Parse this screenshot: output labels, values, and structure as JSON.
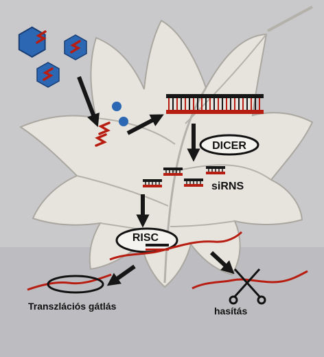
{
  "labels": {
    "dicer": "DICER",
    "sirns": "siRNS",
    "risc": "RISC",
    "translation_block": "Transzlációs gátlás",
    "cleavage": "hasítás"
  },
  "colors": {
    "rna": "#b81d12",
    "virus": "#2b67b3",
    "background": "#c9c9cc",
    "leaf": "#e6e4dd",
    "arrow": "#161616"
  },
  "icons": [
    "virus-particle-icon",
    "scissors-icon"
  ]
}
